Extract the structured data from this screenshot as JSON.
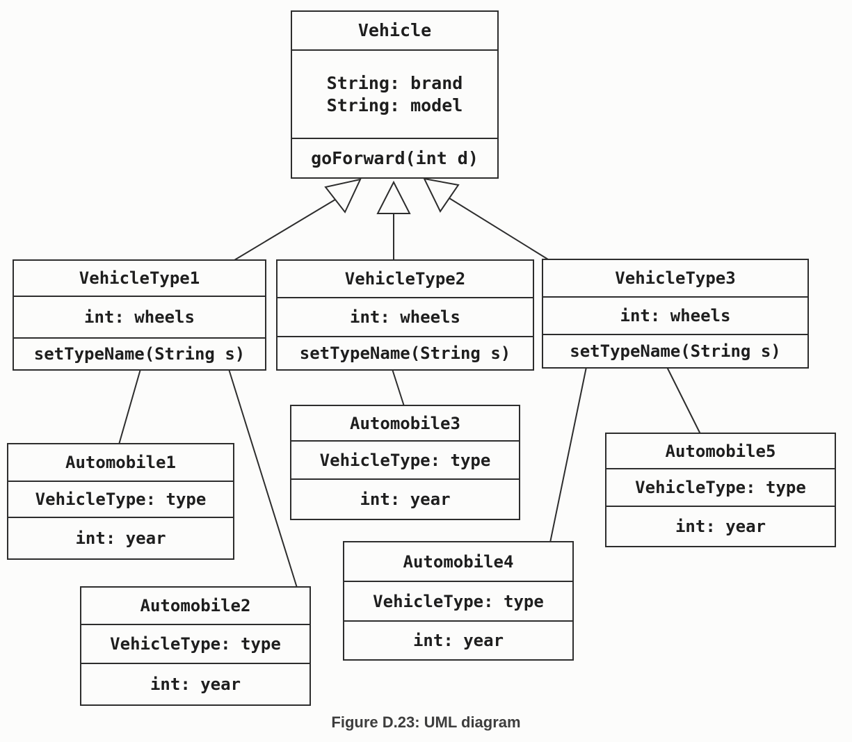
{
  "figure": {
    "caption": "Figure D.23: UML diagram"
  },
  "colors": {
    "line": "#2d2d2d",
    "text": "#1e1e1e",
    "caption_text": "#3d3d3d",
    "background": "#fcfcfb"
  },
  "classes": [
    {
      "name": "Vehicle",
      "sections": [
        [
          "String: brand",
          "String: model"
        ],
        [
          "goForward(int d)"
        ]
      ]
    },
    {
      "name": "VehicleType1",
      "sections": [
        [
          "int: wheels"
        ],
        [
          "setTypeName(String s)"
        ]
      ]
    },
    {
      "name": "VehicleType2",
      "sections": [
        [
          "int: wheels"
        ],
        [
          "setTypeName(String s)"
        ]
      ]
    },
    {
      "name": "VehicleType3",
      "sections": [
        [
          "int: wheels"
        ],
        [
          "setTypeName(String s)"
        ]
      ]
    },
    {
      "name": "Automobile1",
      "sections": [
        [
          "VehicleType: type"
        ],
        [
          "int: year"
        ]
      ]
    },
    {
      "name": "Automobile2",
      "sections": [
        [
          "VehicleType: type"
        ],
        [
          "int: year"
        ]
      ]
    },
    {
      "name": "Automobile3",
      "sections": [
        [
          "VehicleType: type"
        ],
        [
          "int: year"
        ]
      ]
    },
    {
      "name": "Automobile4",
      "sections": [
        [
          "VehicleType: type"
        ],
        [
          "int: year"
        ]
      ]
    },
    {
      "name": "Automobile5",
      "sections": [
        [
          "VehicleType: type"
        ],
        [
          "int: year"
        ]
      ]
    }
  ],
  "relationships": [
    {
      "from": "VehicleType1",
      "to": "Vehicle",
      "type": "generalization"
    },
    {
      "from": "VehicleType2",
      "to": "Vehicle",
      "type": "generalization"
    },
    {
      "from": "VehicleType3",
      "to": "Vehicle",
      "type": "generalization"
    },
    {
      "from": "Automobile1",
      "to": "VehicleType1",
      "type": "line"
    },
    {
      "from": "Automobile2",
      "to": "VehicleType1",
      "type": "line"
    },
    {
      "from": "Automobile3",
      "to": "VehicleType2",
      "type": "line"
    },
    {
      "from": "Automobile4",
      "to": "VehicleType3",
      "type": "line"
    },
    {
      "from": "Automobile5",
      "to": "VehicleType3",
      "type": "line"
    }
  ]
}
